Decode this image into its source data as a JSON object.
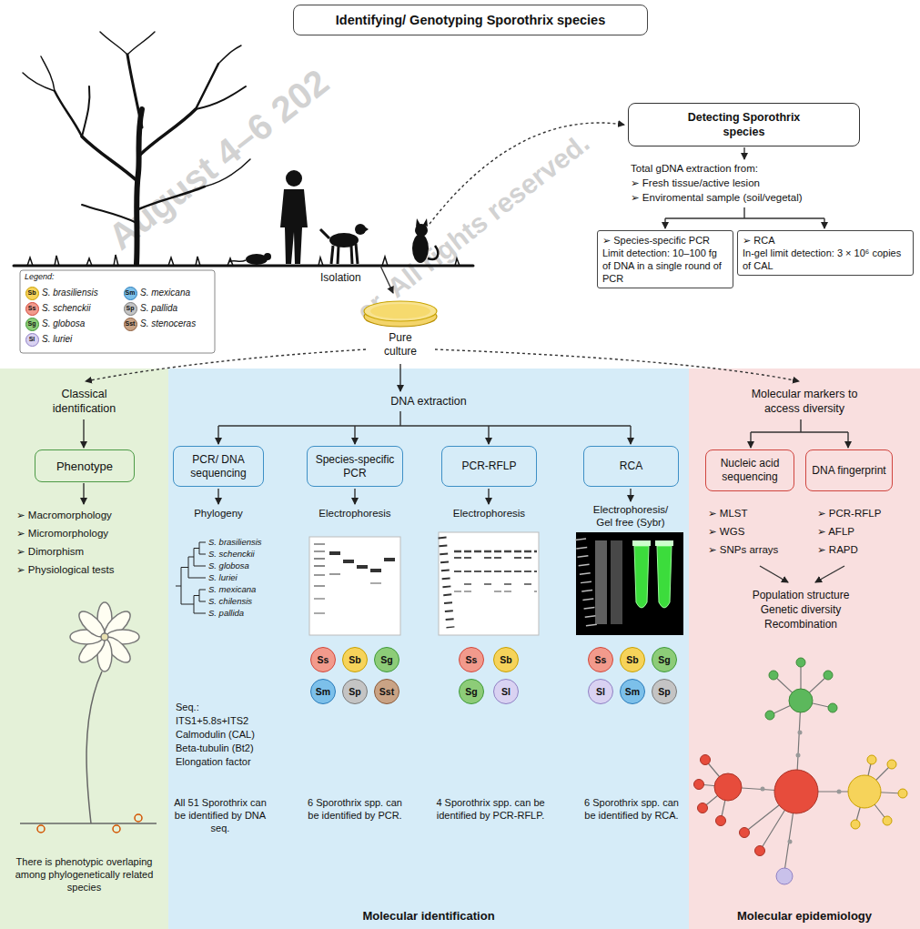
{
  "diagram": {
    "title": "Identifying/ Genotyping Sporothrix species",
    "nodes": [
      {
        "text": [
          "Detecting Sporothrix species"
        ]
      },
      {
        "text": [
          "➢ Species-specific PCR",
          "Limit detection: 10–100 fg of DNA in a single round of PCR"
        ]
      },
      {
        "text": [
          "➢ RCA",
          "In-gel limit detection: 3 × 10⁶ copies of CAL"
        ]
      },
      {
        "text": [
          "Classical identification"
        ]
      },
      {
        "text": [
          "Phenotype"
        ],
        "in": 3
      },
      {
        "text": [
          "DNA extraction",
          "Molecular identification"
        ]
      },
      {
        "text": [
          "PCR/ DNA sequencing"
        ],
        "in": 5
      },
      {
        "text": [
          "Species-specific PCR"
        ],
        "in": 5
      },
      {
        "text": [
          "PCR-RFLP"
        ],
        "in": 5
      },
      {
        "text": [
          "RCA"
        ],
        "in": 5
      },
      {
        "text": [
          "Ss"
        ],
        "in": 5
      },
      {
        "text": [
          "Sb"
        ],
        "in": 5
      },
      {
        "text": [
          "Sg"
        ],
        "in": 5
      },
      {
        "text": [
          "Sm"
        ],
        "in": 5
      },
      {
        "text": [
          "Sp"
        ],
        "in": 5
      },
      {
        "text": [
          "Sst"
        ],
        "in": 5
      },
      {
        "text": [
          "Ss"
        ],
        "in": 5
      },
      {
        "text": [
          "Sb"
        ],
        "in": 5
      },
      {
        "text": [
          "Sg"
        ],
        "in": 5
      },
      {
        "text": [
          "Sl"
        ],
        "in": 5
      },
      {
        "text": [
          "Ss"
        ],
        "in": 5
      },
      {
        "text": [
          "Sb"
        ],
        "in": 5
      },
      {
        "text": [
          "Sg"
        ],
        "in": 5
      },
      {
        "text": [
          "Sl"
        ],
        "in": 5
      },
      {
        "text": [
          "Sm"
        ],
        "in": 5
      },
      {
        "text": [
          "Sp"
        ],
        "in": 5
      },
      {
        "text": [
          "Molecular markers to access diversity",
          "Molecular epidemiology"
        ]
      },
      {
        "text": [
          "Nucleic acid sequencing"
        ],
        "in": 26
      },
      {
        "text": [
          "DNA fingerprint"
        ],
        "in": 26
      }
    ],
    "labels": [
      "August 4–6 202",
      "er. All rights reserved.",
      "Legend:",
      "Sb",
      "Sm",
      "Ss",
      "Sp",
      "Sg",
      "Sst",
      "Sl",
      "Isolation",
      "Pure culture",
      "Total gDNA extraction from:",
      "➢ Fresh tissue/active lesion",
      "➢ Enviromental sample (soil/vegetal)",
      "➢ Macromorphology",
      "➢ Micromorphology",
      "➢ Dimorphism",
      "➢ Physiological tests",
      "There is phenotypic overlaping among phylogenetically related species",
      "Phylogeny",
      "Electrophoresis",
      "Electrophoresis",
      "Electrophoresis/ Gel free (Sybr)",
      "S. brasiliensis",
      "S. schenckii",
      "S. globosa",
      "S. luriei",
      "S. mexicana",
      "S. chilensis",
      "S. pallida",
      "Seq.:",
      "ITS1+5.8s+ITS2",
      "Calmodulin (CAL)",
      "Beta-tubulin (Bt2)",
      "Elongation factor",
      "All 51 Sporothrix can be identified by DNA seq.",
      "6 Sporothrix spp. can be identified by PCR.",
      "4 Sporothrix spp. can be identified by PCR-RFLP.",
      "6 Sporothrix spp. can be identified by RCA.",
      "➢ MLST",
      "➢ WGS",
      "➢ SNPs arrays",
      "➢ PCR-RFLP",
      "➢ AFLP",
      "➢ RAPD",
      "Population structure Genetic diversity Recombination"
    ],
    "legend": [
      {
        "text": "S. brasiliensis",
        "color": "#f6d35a"
      },
      {
        "text": "S. mexicana",
        "color": "#7cc0ea"
      },
      {
        "text": "S. schenckii",
        "color": "#f29a8c"
      },
      {
        "text": "S. pallida",
        "color": "#c4c4c4"
      },
      {
        "text": "S. globosa",
        "color": "#8dcc78"
      },
      {
        "text": "S. stenoceras",
        "color": "#c9a385"
      },
      {
        "text": "S. luriei",
        "color": "#d9d2f2"
      }
    ]
  }
}
